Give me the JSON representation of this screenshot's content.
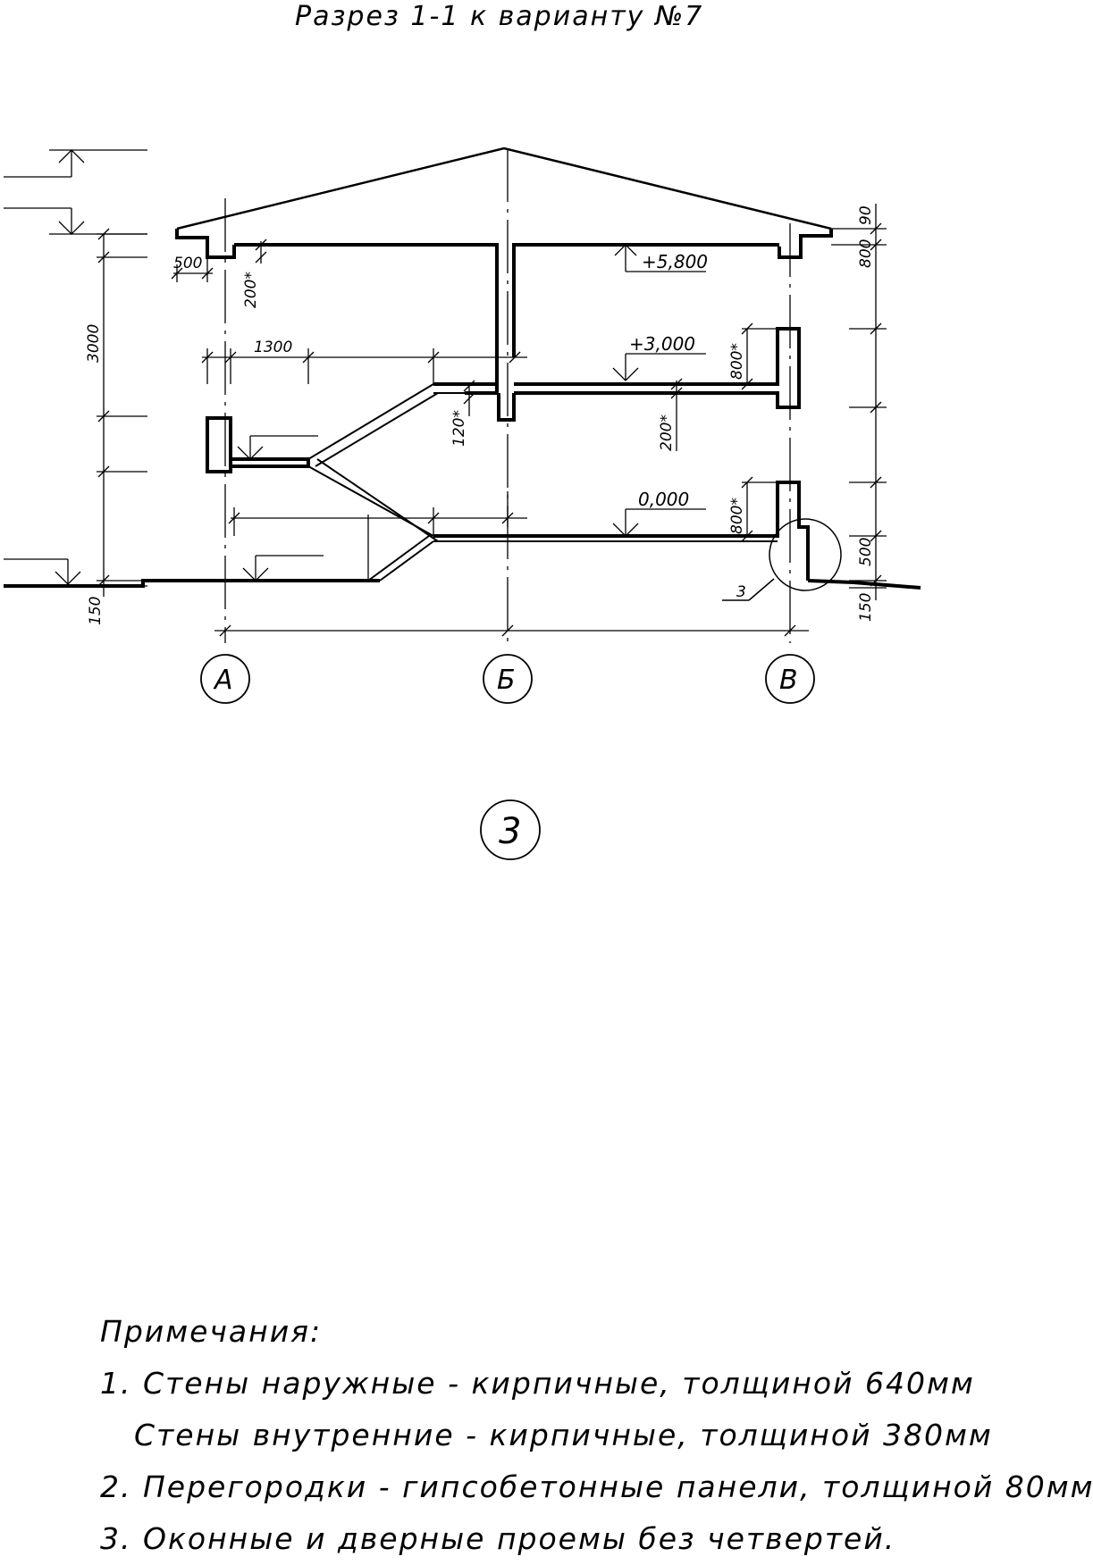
{
  "title": "Разрез 1-1 к варианту  №7",
  "dimensions": {
    "eave": "500",
    "roof_slab_a": "200*",
    "floor_height": "3000",
    "stair_width": "1300",
    "landing_slab": "120*",
    "floor_slab_b": "200*",
    "window_upper": "800*",
    "window_lower": "800*",
    "plinth_left": "150",
    "plinth_right": "150",
    "parapet_top": "90",
    "roof_right": "800",
    "base_right": "500"
  },
  "levels": {
    "roof": "+5,800",
    "second_floor": "+3,000",
    "ground_floor": "0,000"
  },
  "axes": [
    "А",
    "Б",
    "В"
  ],
  "detail_callout": "3",
  "sheet_number": "3",
  "notes": {
    "heading": "Примечания:",
    "items": [
      "1. Стены наружные - кирпичные, толщиной 640мм",
      "Стены внутренние - кирпичные, толщиной 380мм",
      "2. Перегородки - гипсобетонные панели, толщиной 80мм.",
      "3. Оконные и дверные проемы без четвертей."
    ]
  }
}
